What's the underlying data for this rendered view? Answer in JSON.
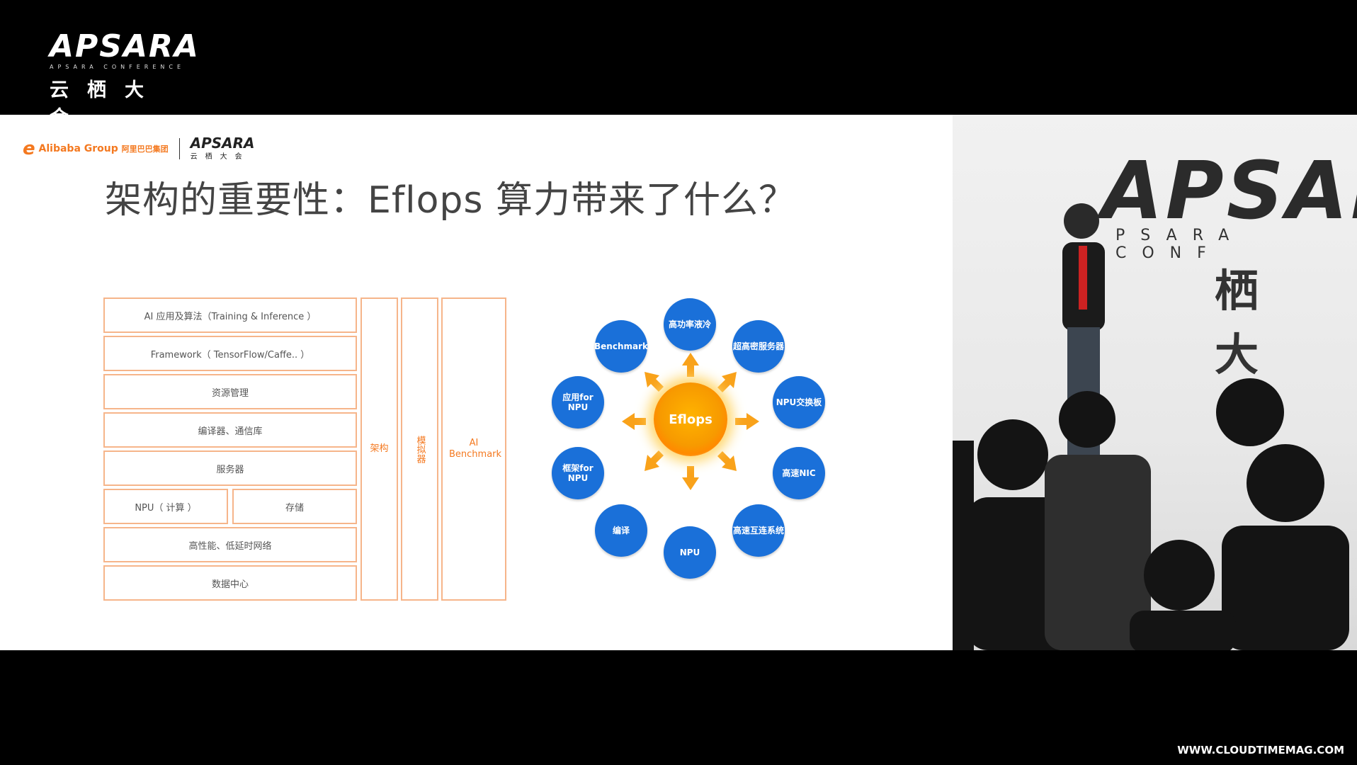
{
  "top_logo": {
    "word": "APSARA",
    "sub": "APSARA CONFERENCE",
    "cn": "云栖大会"
  },
  "slide": {
    "alibaba": {
      "mark": "e",
      "name": "Alibaba Group",
      "cn": "阿里巴巴集团"
    },
    "apsara_mini": {
      "word": "APSARA",
      "cn": "云栖大会"
    },
    "title": "架构的重要性：Eflops 算力带来了什么？",
    "stack": [
      "AI 应用及算法（Training & Inference ）",
      "Framework（ TensorFlow/Caffe.. ）",
      "资源管理",
      "编译器、通信库",
      "服务器",
      "NPU（ 计算 ）",
      "存储",
      "高性能、低延时网络",
      "数据中心"
    ],
    "side": {
      "arch": "架构",
      "sim": "模拟器",
      "bench": "AI Benchmark"
    },
    "sun": "Eflops",
    "circles": [
      "高功率液冷",
      "超高密服务器",
      "NPU交换板",
      "高速NIC",
      "高速互连系统",
      "NPU",
      "编译",
      "框架for NPU",
      "应用for NPU",
      "Benchmark"
    ]
  },
  "stage": {
    "word": "APSAR",
    "sub": "PSARA CONF",
    "cn": "栖大"
  },
  "watermark": "WWW.CLOUDTIMEMAG.COM",
  "colors": {
    "accent_orange": "#f47920",
    "circle_blue": "#1a70d9"
  }
}
